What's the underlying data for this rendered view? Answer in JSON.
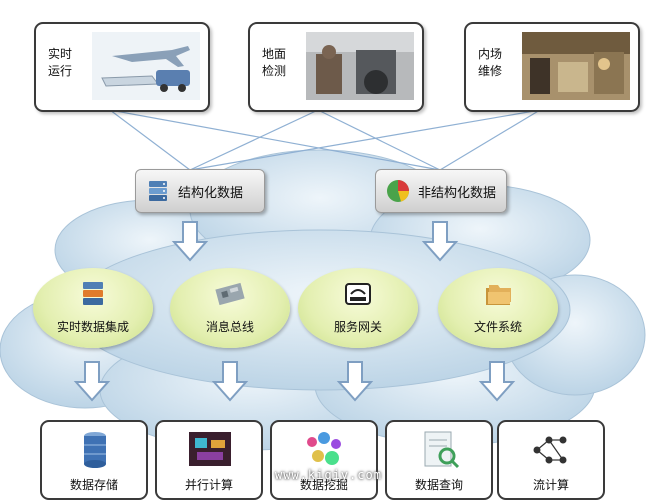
{
  "top_sources": [
    {
      "label": "实时\n运行",
      "picture": "airplane-ship-truck-photo"
    },
    {
      "label": "地面\n检测",
      "picture": "aircraft-inspection-photo"
    },
    {
      "label": "内场\n维修",
      "picture": "workshop-repair-photo"
    }
  ],
  "data_types": [
    {
      "label": "结构化数据",
      "icon": "server-stack-icon"
    },
    {
      "label": "非结构化数据",
      "icon": "pie-chart-icon"
    }
  ],
  "middle_services": [
    {
      "label": "实时数据集成",
      "icon": "server-stack-icon"
    },
    {
      "label": "消息总线",
      "icon": "circuit-board-icon"
    },
    {
      "label": "服务网关",
      "icon": "gateway-device-icon"
    },
    {
      "label": "文件系统",
      "icon": "folders-icon"
    }
  ],
  "bottom_capabilities": [
    {
      "label": "数据存储",
      "icon": "database-icon"
    },
    {
      "label": "并行计算",
      "icon": "parallel-chip-icon"
    },
    {
      "label": "数据挖掘",
      "icon": "bubbles-icon"
    },
    {
      "label": "数据查询",
      "icon": "document-search-icon"
    },
    {
      "label": "流计算",
      "icon": "flow-network-icon"
    }
  ],
  "watermark": "www.kiqiy.com",
  "colors": {
    "cloud": "#cfe2ee",
    "oval": "#e3efb0",
    "arrow": "#7f9fc2",
    "connector": "#8fb0d3",
    "border": "#3a3a3a"
  }
}
